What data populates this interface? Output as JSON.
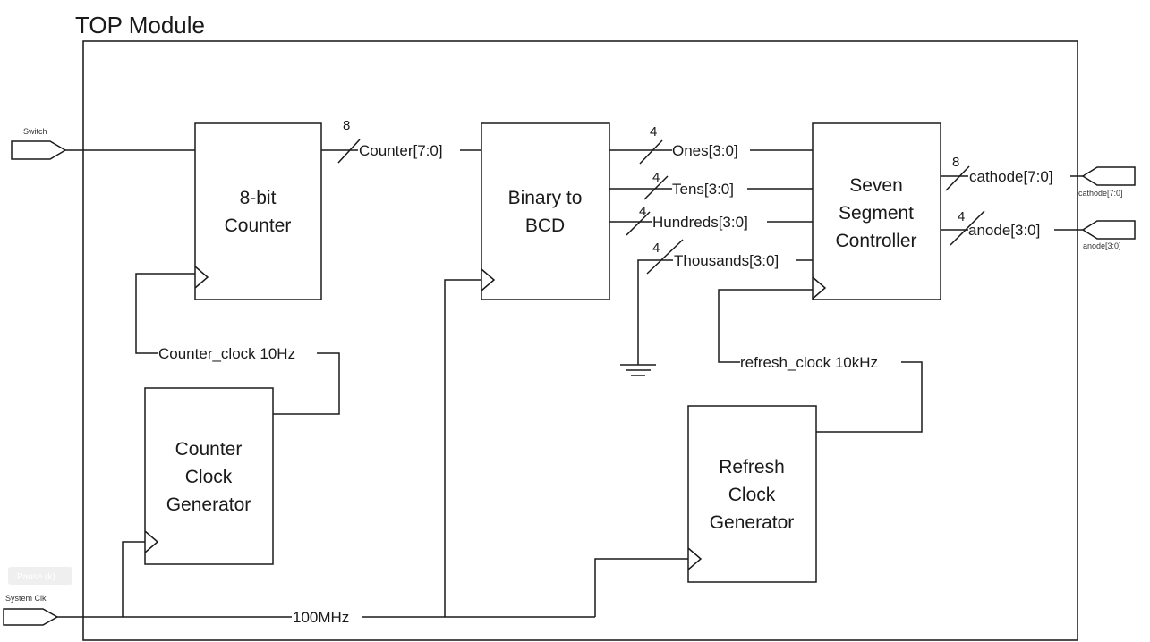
{
  "title": "TOP Module",
  "ports": {
    "switch": "Switch",
    "system_clk": "System Clk",
    "cathode": "cathode[7:0]",
    "anode": "anode[3:0]"
  },
  "blocks": {
    "counter": [
      "8-bit",
      "Counter"
    ],
    "bcd": [
      "Binary to",
      "BCD"
    ],
    "seven_seg": [
      "Seven",
      "Segment",
      "Controller"
    ],
    "counter_clock_gen": [
      "Counter",
      "Clock",
      "Generator"
    ],
    "refresh_clock_gen": [
      "Refresh",
      "Clock",
      "Generator"
    ]
  },
  "signals": {
    "counter_bus": "Counter[7:0]",
    "ones": "Ones[3:0]",
    "tens": "Tens[3:0]",
    "hundreds": "Hundreds[3:0]",
    "thousands": "Thousands[3:0]",
    "cathode_bus": "cathode[7:0]",
    "anode_bus": "anode[3:0]",
    "counter_clock": "Counter_clock 10Hz",
    "refresh_clock": "refresh_clock 10kHz",
    "clk_100": "100MHz"
  },
  "widths": {
    "counter_bus": "8",
    "ones": "4",
    "tens": "4",
    "hundreds": "4",
    "thousands": "4",
    "cathode": "8",
    "anode": "4"
  },
  "watermark": "Pause (k)"
}
